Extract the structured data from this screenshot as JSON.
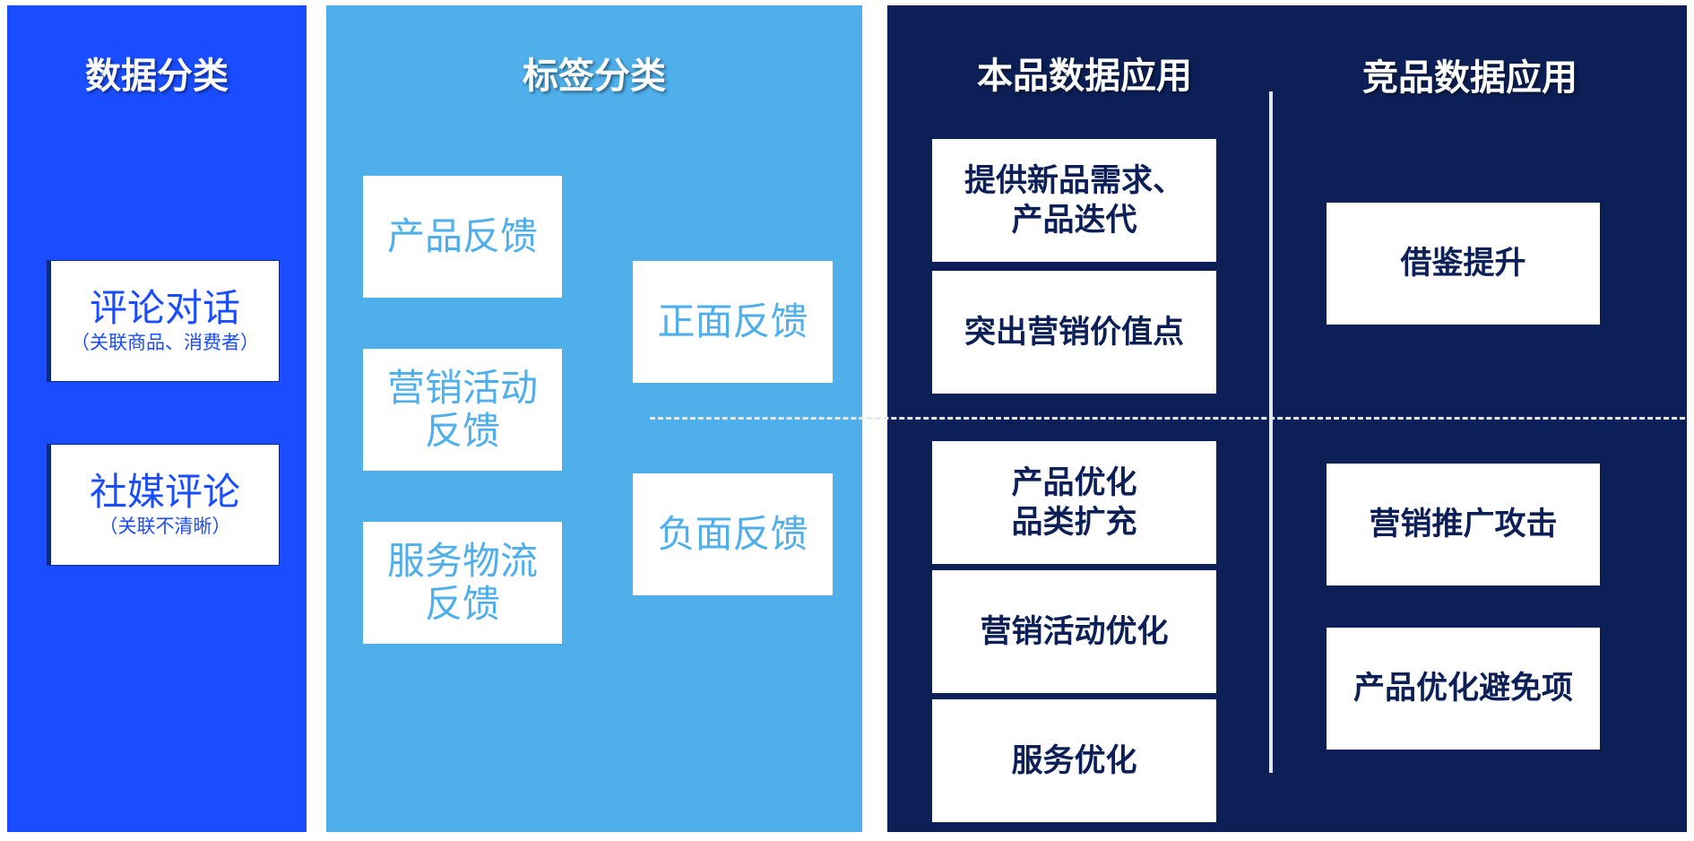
{
  "columns": {
    "data_category": {
      "title": "数据分类",
      "items": [
        {
          "main": "评论对话",
          "sub": "（关联商品、消费者）"
        },
        {
          "main": "社媒评论",
          "sub": "（关联不清晰）"
        }
      ]
    },
    "tag_category": {
      "title": "标签分类",
      "left_items": [
        "产品反馈",
        "营销活动\n反馈",
        "服务物流\n反馈"
      ],
      "right_items": [
        "正面反馈",
        "负面反馈"
      ]
    },
    "own_data": {
      "title": "本品数据应用",
      "positive": [
        "提供新品需求、\n产品迭代",
        "突出营销价值点"
      ],
      "negative": [
        "产品优化\n品类扩充",
        "营销活动优化",
        "服务优化"
      ]
    },
    "competitor_data": {
      "title": "竞品数据应用",
      "positive": [
        "借鉴提升"
      ],
      "negative": [
        "营销推广攻击",
        "产品优化避免项"
      ]
    }
  },
  "colors": {
    "data_panel": "#1a4dff",
    "tag_panel": "#4eafea",
    "app_panel": "#0c2057"
  }
}
